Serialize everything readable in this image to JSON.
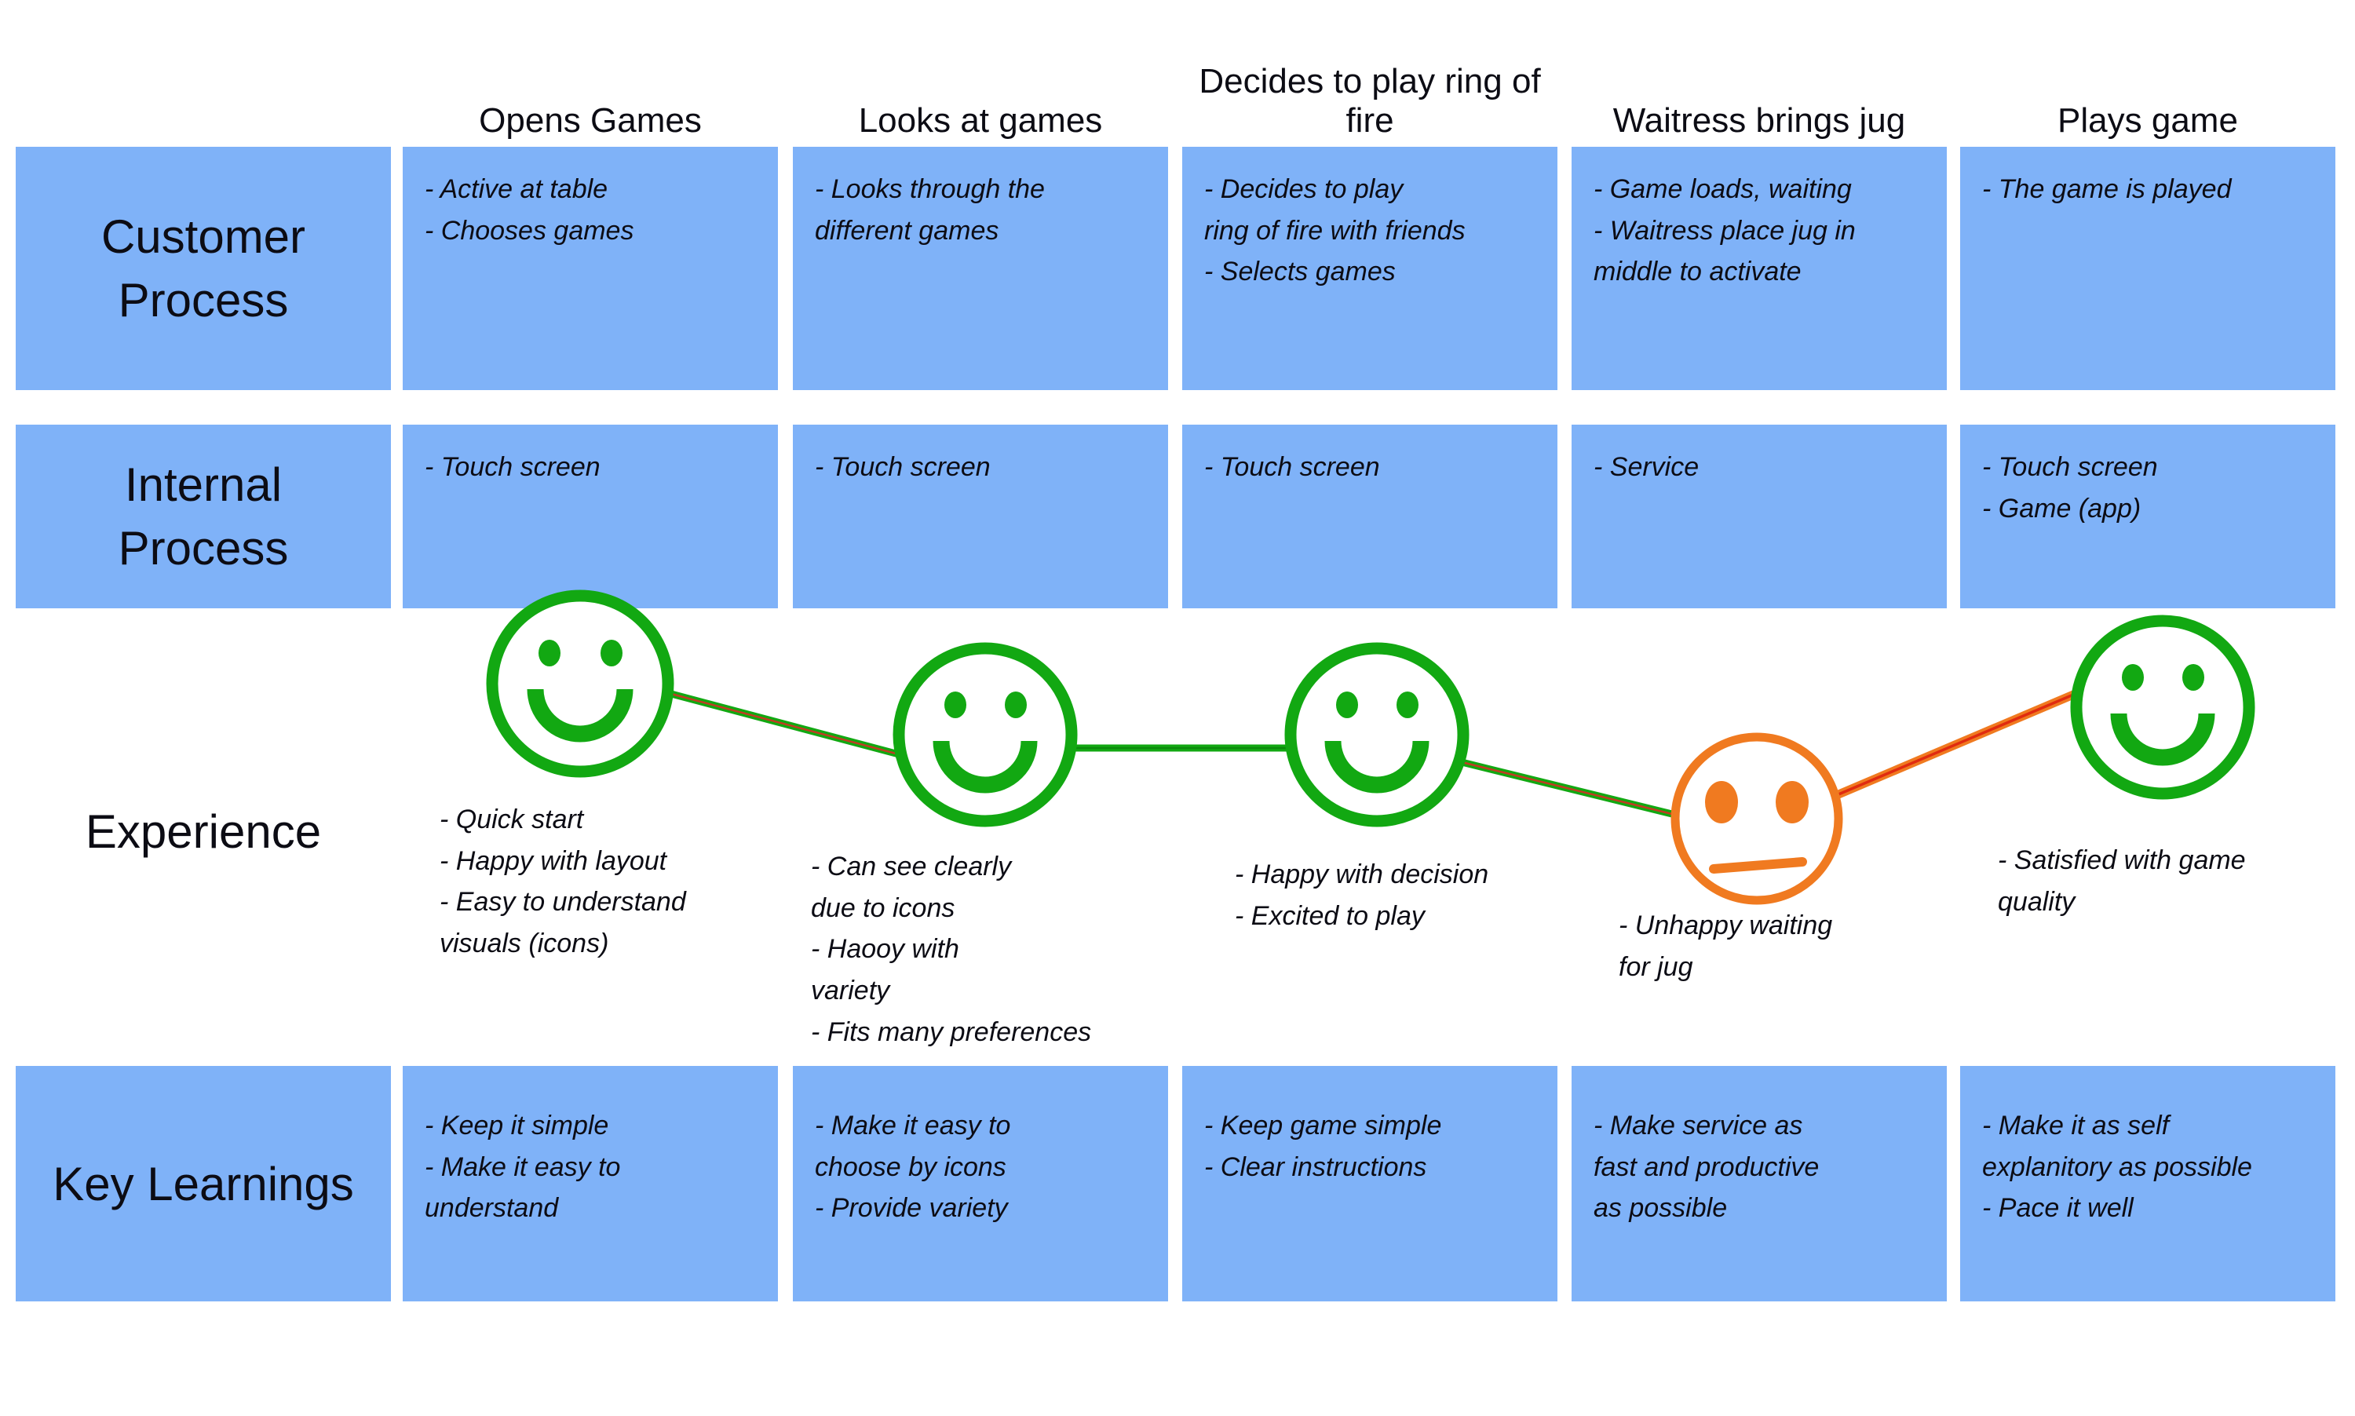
{
  "row_labels": {
    "customer": "Customer\nProcess",
    "internal": "Internal\nProcess",
    "experience": "Experience",
    "learnings": "Key Learnings"
  },
  "stages": [
    {
      "header": "Opens Games",
      "customer_process": "- Active at table\n- Chooses games",
      "internal_process": "- Touch screen",
      "experience_mood": "happy",
      "experience_notes": "- Quick start\n- Happy with layout\n- Easy to understand\nvisuals (icons)",
      "key_learnings": "- Keep it simple\n- Make it easy to\nunderstand"
    },
    {
      "header": "Looks at games",
      "customer_process": "- Looks through the\ndifferent games",
      "internal_process": "- Touch screen",
      "experience_mood": "happy",
      "experience_notes": "- Can see clearly\ndue to icons\n- Haooy with\nvariety\n- Fits many preferences",
      "key_learnings": "- Make it easy to\nchoose by icons\n- Provide variety"
    },
    {
      "header": "Decides to play ring of\nfire",
      "customer_process": "- Decides to play\nring of fire with friends\n- Selects games",
      "internal_process": "- Touch screen",
      "experience_mood": "happy",
      "experience_notes": "- Happy with decision\n- Excited to play",
      "key_learnings": "- Keep game simple\n- Clear instructions"
    },
    {
      "header": "Waitress brings jug",
      "customer_process": "- Game loads, waiting\n- Waitress place jug in\nmiddle to activate",
      "internal_process": "- Service",
      "experience_mood": "unhappy",
      "experience_notes": "- Unhappy waiting\nfor jug",
      "key_learnings": "- Make service as\nfast and productive\nas possible"
    },
    {
      "header": "Plays game",
      "customer_process": "- The game is played",
      "internal_process": "- Touch screen\n- Game (app)",
      "experience_mood": "happy",
      "experience_notes": "- Satisfied with game\nquality",
      "key_learnings": "- Make it as self\nexplanitory as possible\n- Pace it well"
    }
  ],
  "colors": {
    "cell_blue": "#7fb2f8",
    "happy_green": "#12a812",
    "unhappy_orange": "#f07a20",
    "line_core_red": "#c23b22",
    "line_core_bright_red": "#e02b10"
  }
}
